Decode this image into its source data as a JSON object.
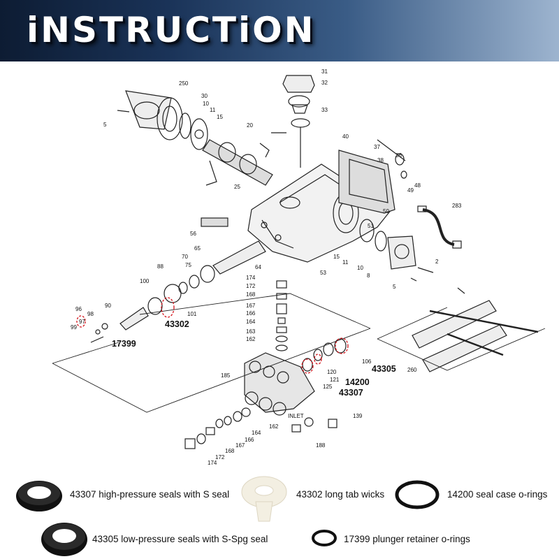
{
  "header": {
    "title": "iNSTRUCTiON"
  },
  "diagram": {
    "callouts": [
      "250",
      "30",
      "10",
      "11",
      "15",
      "5",
      "20",
      "25",
      "31",
      "32",
      "33",
      "40",
      "37",
      "38",
      "36",
      "49",
      "48",
      "50",
      "51",
      "283",
      "56",
      "65",
      "70",
      "75",
      "88",
      "64",
      "53",
      "15",
      "11",
      "10",
      "8",
      "2",
      "5",
      "100",
      "90",
      "101",
      "96",
      "98",
      "97",
      "99",
      "174",
      "172",
      "168",
      "167",
      "166",
      "164",
      "163",
      "162",
      "106",
      "120",
      "121",
      "125",
      "185",
      "139",
      "188",
      "162",
      "164",
      "166",
      "167",
      "168",
      "172",
      "174",
      "260"
    ],
    "highlights": [
      {
        "code": "43302"
      },
      {
        "code": "17399"
      },
      {
        "code": "43305"
      },
      {
        "code": "14200"
      },
      {
        "code": "43307"
      }
    ],
    "inlet_label": "INLET"
  },
  "legend": {
    "items": [
      {
        "code": "43307",
        "text": "43307 high-pressure seals with S seal",
        "icon": "black-seal-ring-icon"
      },
      {
        "code": "43302",
        "text": "43302 long tab wicks",
        "icon": "white-tab-wick-icon"
      },
      {
        "code": "14200",
        "text": "14200 seal case o-rings",
        "icon": "large-o-ring-icon"
      },
      {
        "code": "43305",
        "text": "43305 low-pressure seals with S-Spg seal",
        "icon": "black-seal-ring-icon"
      },
      {
        "code": "17399",
        "text": "17399 plunger retainer o-rings",
        "icon": "small-o-ring-icon"
      }
    ]
  }
}
